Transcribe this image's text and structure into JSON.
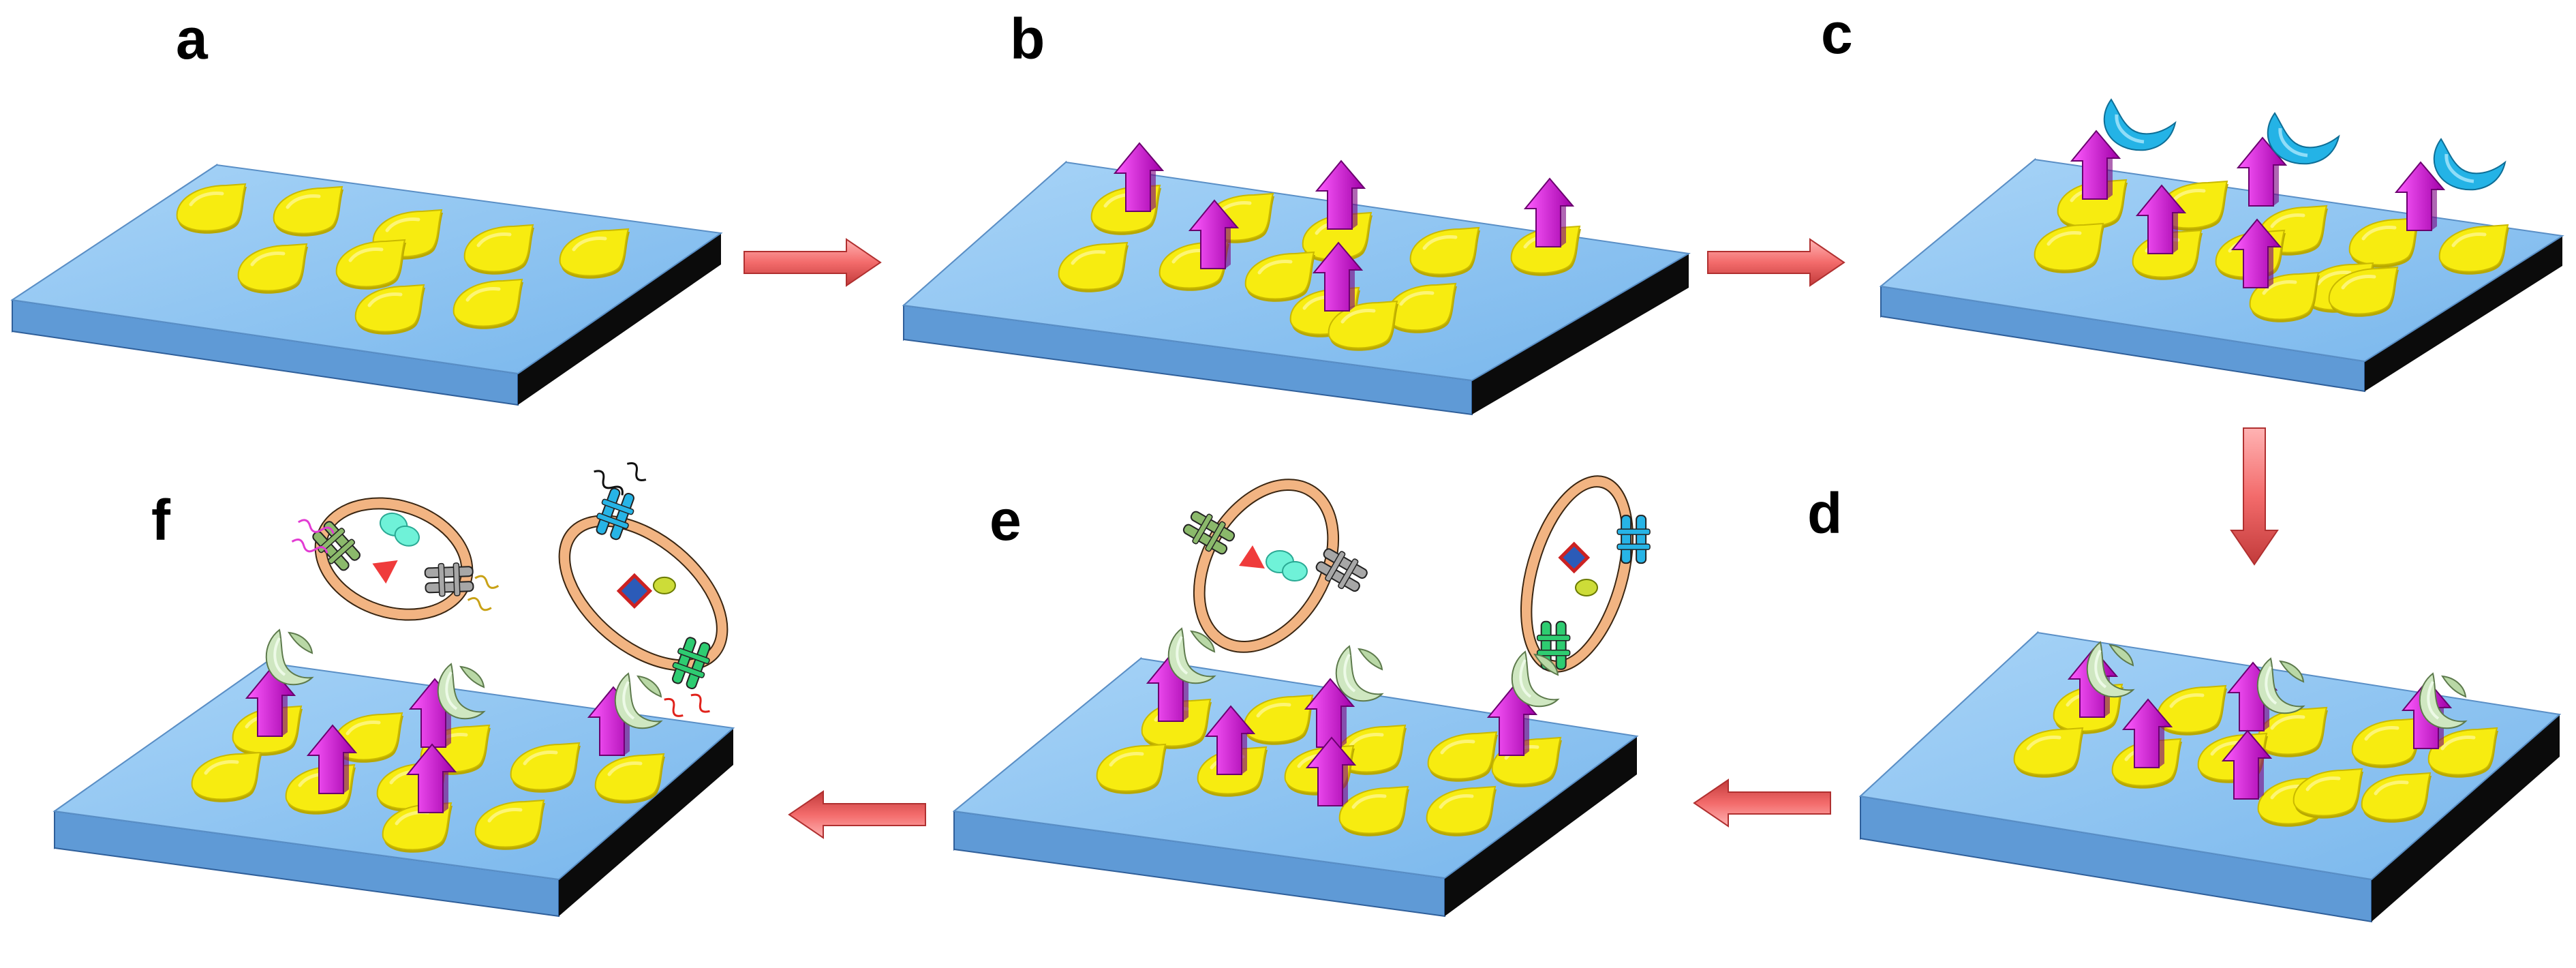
{
  "panels": [
    {
      "id": "a",
      "label": "a"
    },
    {
      "id": "b",
      "label": "b"
    },
    {
      "id": "c",
      "label": "c"
    },
    {
      "id": "d",
      "label": "d"
    },
    {
      "id": "e",
      "label": "e"
    },
    {
      "id": "f",
      "label": "f"
    }
  ],
  "colors": {
    "substrate_top": "#8cc4f2",
    "substrate_side": "#2f5f9a",
    "substrate_edge": "#0b0b0b",
    "drop": "#f7ec10",
    "drop_shadow": "#b8a800",
    "linker": "#d000d6",
    "linker_dark": "#7a0080",
    "receptor_blue": "#24b3e6",
    "receptor_green": "#cfe7c1",
    "arrow": "#f36b6b",
    "arrow_dark": "#c23b3b",
    "membrane": "#f2b482",
    "membrane_edge": "#3a2510"
  },
  "icons": [
    "substrate",
    "nanoparticle-drop",
    "linker-arrow",
    "blue-crescent-receptor",
    "green-crescent-receptor",
    "process-arrow",
    "vesicle"
  ]
}
